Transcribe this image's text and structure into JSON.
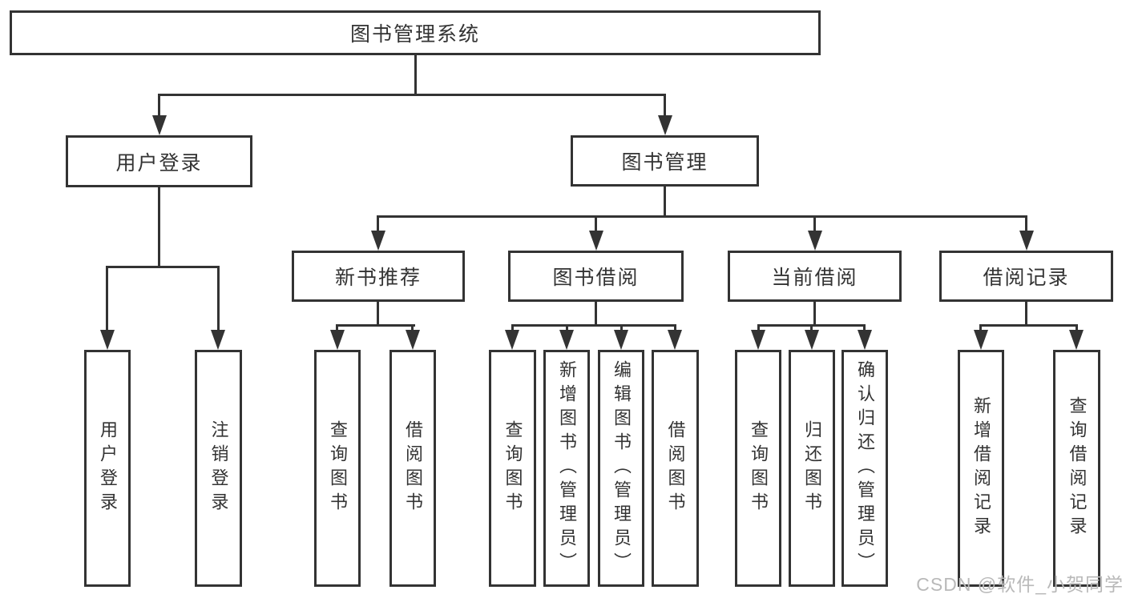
{
  "tree": {
    "label": "图书管理系统",
    "children": [
      {
        "label": "用户登录",
        "children": [
          {
            "label": "用户登录"
          },
          {
            "label": "注销登录"
          }
        ]
      },
      {
        "label": "图书管理",
        "children": [
          {
            "label": "新书推荐",
            "children": [
              {
                "label": "查询图书"
              },
              {
                "label": "借阅图书"
              }
            ]
          },
          {
            "label": "图书借阅",
            "children": [
              {
                "label": "查询图书"
              },
              {
                "label": "新增图书（管理员）"
              },
              {
                "label": "编辑图书（管理员）"
              },
              {
                "label": "借阅图书"
              }
            ]
          },
          {
            "label": "当前借阅",
            "children": [
              {
                "label": "查询图书"
              },
              {
                "label": "归还图书"
              },
              {
                "label": "确认归还（管理员）"
              }
            ]
          },
          {
            "label": "借阅记录",
            "children": [
              {
                "label": "新增借阅记录"
              },
              {
                "label": "查询借阅记录"
              }
            ]
          }
        ]
      }
    ]
  },
  "watermark": "CSDN @软件_小贺同学",
  "colors": {
    "line": "#333333",
    "text": "#333333",
    "background": "#ffffff",
    "watermark": "#b9b9b9"
  }
}
